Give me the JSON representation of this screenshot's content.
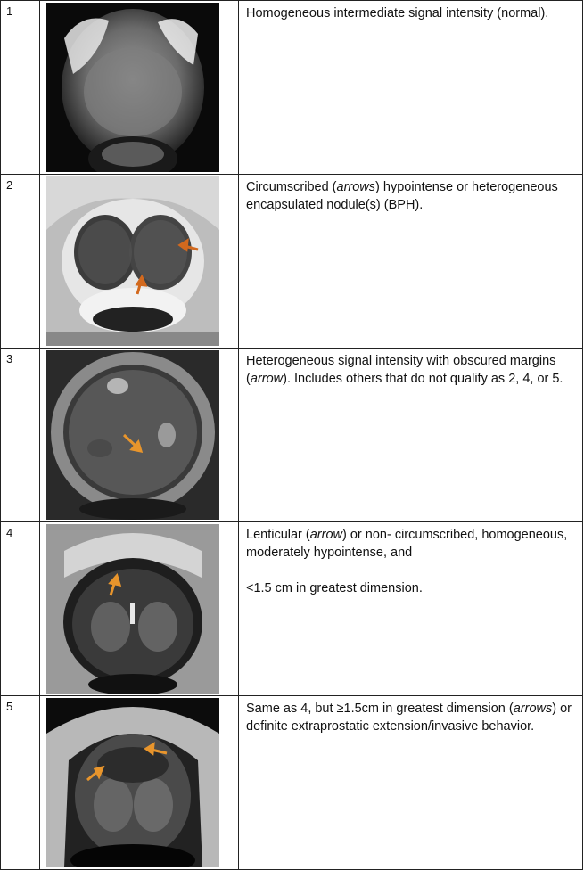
{
  "rows": [
    {
      "score": "1",
      "image": "mri-t2-normal",
      "text": "Homogeneous intermediate signal intensity (normal)."
    },
    {
      "score": "2",
      "image": "mri-t2-bph-nodules",
      "text_parts": [
        "Circumscribed (",
        "arrows",
        ") hypointense or heterogeneous encapsulated nodule(s) (BPH)."
      ]
    },
    {
      "score": "3",
      "image": "mri-t2-heterogeneous",
      "text_parts": [
        "Heterogeneous signal intensity with obscured margins (",
        "arrow",
        "). Includes others that do not qualify as 2, 4, or 5."
      ]
    },
    {
      "score": "4",
      "image": "mri-t2-lenticular",
      "text_parts": [
        "Lenticular (",
        "arrow",
        ") or non- circumscribed, homogeneous, moderately hypointense, and"
      ],
      "text_extra": "<1.5 cm in greatest dimension."
    },
    {
      "score": "5",
      "image": "mri-t2-large-lesion",
      "text_parts": [
        "Same as 4, but ≥1.5cm in greatest dimension (",
        "arrows",
        ") or definite extraprostatic extension/invasive behavior."
      ]
    }
  ],
  "colors": {
    "arrow": "#e8952c",
    "arrow_dark": "#d2691e",
    "border": "#222222"
  }
}
